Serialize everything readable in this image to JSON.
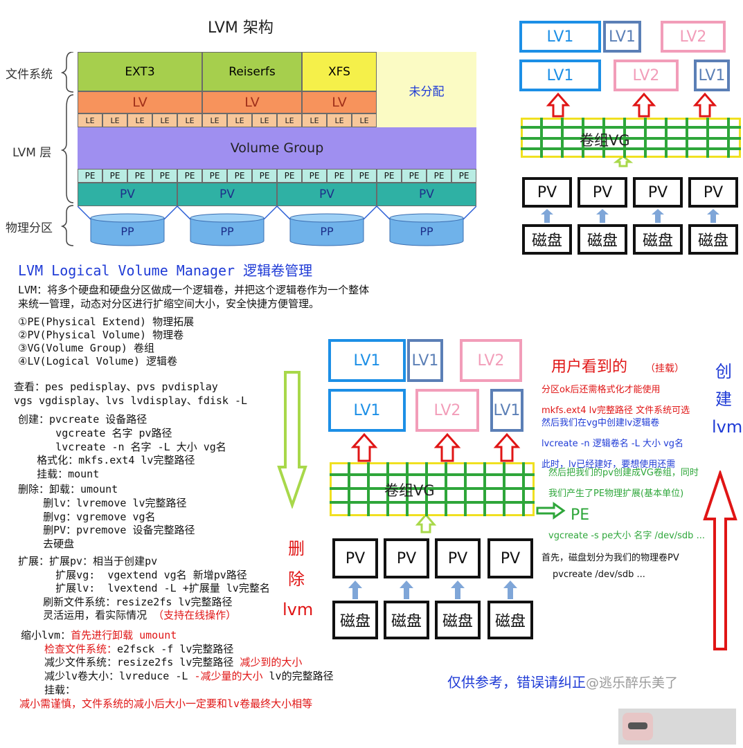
{
  "arch": {
    "title": "LVM 架构",
    "left_labels": {
      "fs": "文件系统",
      "lvm": "LVM 层",
      "phys": "物理分区"
    },
    "fs": {
      "ext3": "EXT3",
      "reiserfs": "Reiserfs",
      "xfs": "XFS",
      "unalloc": "未分配"
    },
    "lv": "LV",
    "le": "LE",
    "vg": "Volume Group",
    "pe": "PE",
    "pv": "PV",
    "pp": "PP"
  },
  "diagram_tr": {
    "lv1": "LV1",
    "lv2": "LV2",
    "vg": "卷组VG",
    "pv": "PV",
    "disk": "磁盘"
  },
  "heading": "LVM Logical Volume Manager 逻辑卷管理",
  "intro": [
    "LVM：将多个硬盘和硬盘分区做成一个逻辑卷，并把这个逻辑卷作为一个整体",
    "来统一管理，动态对分区进行扩缩空间大小，安全快捷方便管理。"
  ],
  "terms": [
    "①PE(Physical Extend) 物理拓展",
    "②PV(Physical Volume) 物理卷",
    "③VG(Volume Group) 卷组",
    "④LV(Logical Volume) 逻辑卷"
  ],
  "view": [
    "查看：pes pedisplay、pvs pvdisplay",
    "vgs vgdisplay、lvs lvdisplay、fdisk -L"
  ],
  "create": [
    "创建：pvcreate 设备路径",
    "      vgcreate 名字 pv路径",
    "      lvcreate -n 名字 -L 大小 vg名",
    "   格式化：mkfs.ext4 lv完整路径",
    "   挂载：mount"
  ],
  "delete": [
    "删除：卸载：umount",
    "    删lv：lvremove lv完整路径",
    "    删vg：vgremove vg名",
    "    删PV：pvremove 设备完整路径",
    "    去硬盘"
  ],
  "extend": [
    "扩展：扩展pv：相当于创建pv",
    "      扩展vg:  vgextend vg名 新增pv路径",
    "      扩展lv:  lvextend -L +扩展量 lv完整名",
    "    刷新文件系统：resize2fs lv完整路径",
    "    灵活运用，看实际情况 "
  ],
  "extend_note": "（支持在线操作）",
  "shrink": {
    "l1a": "缩小lvm：",
    "l1b": "首先进行卸载 umount",
    "l2a": "检查文件系统：",
    "l2b": "e2fsck -f lv完整路径",
    "l3a": "减少文件系统：resize2fs lv完整路径 ",
    "l3b": "减少到的大小",
    "l4a": "减少lv卷大小：lvreduce -L ",
    "l4b": "-减少量的大小",
    "l4c": " lv的完整路径",
    "l5": "挂载：",
    "l6": "减小需谨慎，文件系统的减小后大小一定要和lv卷最终大小相等"
  },
  "delete_side": [
    "删",
    "除",
    "lvm"
  ],
  "create_side": [
    "创",
    "建",
    "lvm"
  ],
  "notes": {
    "user_sees": "用户看到的",
    "mount": "（挂载）",
    "n1": "分区ok后还需格式化才能使用",
    "n2": "mkfs.ext4  lv完整路径   文件系统可选",
    "n3": "然后我们在vg中创建lv逻辑卷",
    "n4": "lvcreate -n 逻辑卷名 -L 大小 vg名",
    "n5": "此时，lv已经建好，要想使用还需",
    "n6": "然后把我们的pv创建成VG卷组，同时",
    "n7": "我们产生了PE物理扩展(基本单位)",
    "pe": "PE",
    "n8": "vgcreate -s pe大小  名字 /dev/sdb ...",
    "n9": "首先，磁盘划分为我们的物理卷PV",
    "n10": "pvcreate /dev/sdb ..."
  },
  "footer": "仅供参考，错误请纠正",
  "watermark": "@逃乐醉乐美了"
}
